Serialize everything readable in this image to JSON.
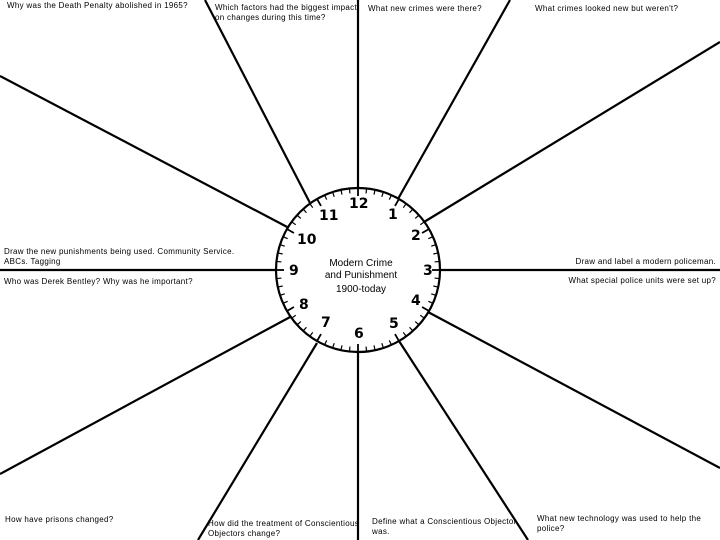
{
  "clock": {
    "title_lines": [
      "Modern Crime",
      "and Punishment",
      "1900-today"
    ],
    "numbers": [
      "12",
      "1",
      "2",
      "3",
      "4",
      "5",
      "6",
      "7",
      "8",
      "9",
      "10",
      "11"
    ]
  },
  "questions": {
    "q1": "Why was the Death Penalty abolished in 1965?",
    "q2": "Which factors had the biggest impact on changes during this time?",
    "q3": "What new crimes were there?",
    "q4": "What crimes looked new but weren't?",
    "q5": "Draw the new punishments being used. Community Service. ABCs. Tagging",
    "q6": "Who was Derek Bentley? Why was he important?",
    "q7": "Draw and label a modern policeman.",
    "q8": "What special police units were set up?",
    "q9": "How have prisons changed?",
    "q10": "How did the treatment of Conscientious Objectors change?",
    "q11": "Define what a Conscientious Objector was.",
    "q12": "What new technology was used to help the police?"
  }
}
